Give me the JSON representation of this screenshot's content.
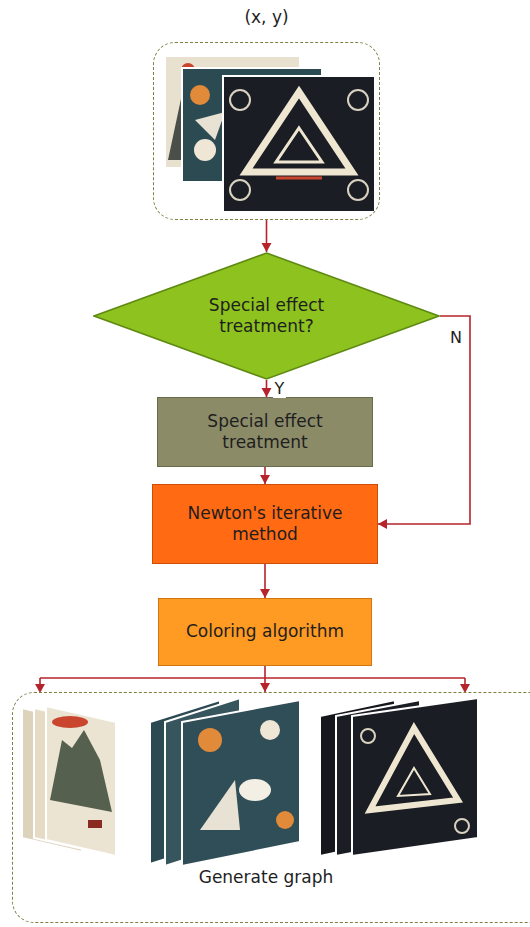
{
  "diagram": {
    "nodes": [
      {
        "text": [
          "(x, y)"
        ]
      },
      {
        "text": [
          "Special effect treatment?"
        ]
      },
      {
        "text": [
          "Special effect treatment"
        ]
      },
      {
        "text": [
          "Newton's iterative method"
        ]
      },
      {
        "text": [
          "Coloring algorithm"
        ]
      },
      {
        "text": [
          "Generate graph"
        ]
      }
    ],
    "edges": [
      {
        "from": 0,
        "to": 1,
        "arrow": "to"
      },
      {
        "from": 1,
        "to": 2,
        "label": "Y",
        "arrow": "to"
      },
      {
        "from": 1,
        "to": 3,
        "label": "N",
        "arrow": "to"
      },
      {
        "from": 2,
        "to": 3,
        "arrow": "to"
      },
      {
        "from": 3,
        "to": 4,
        "arrow": "to"
      },
      {
        "from": 4,
        "to": 5,
        "arrow": "to"
      }
    ]
  }
}
